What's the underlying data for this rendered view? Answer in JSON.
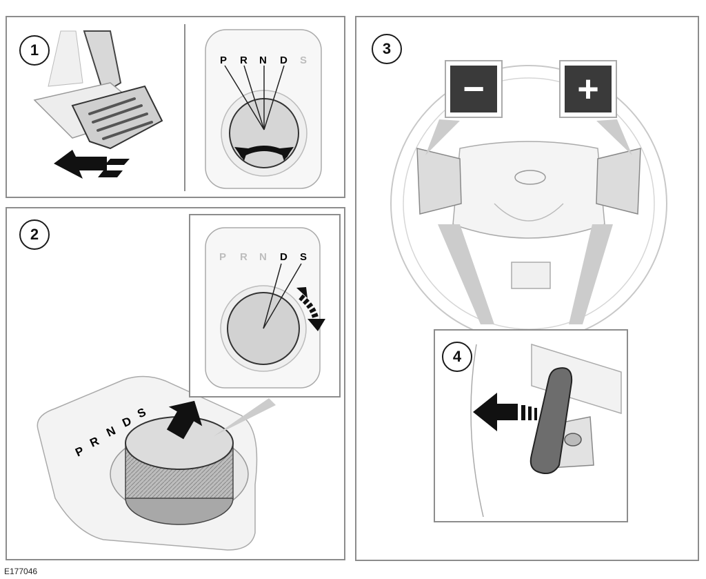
{
  "steps": [
    "1",
    "2",
    "3",
    "4"
  ],
  "gears": [
    "P",
    "R",
    "N",
    "D",
    "S"
  ],
  "paddles": {
    "minus": "−",
    "plus": "+"
  },
  "figure_ref": "E177046",
  "colors": {
    "active": "#111111",
    "inactive": "#bdbdbd",
    "paddle_bg": "#3a3a3a",
    "border": "#8c8c8c"
  }
}
